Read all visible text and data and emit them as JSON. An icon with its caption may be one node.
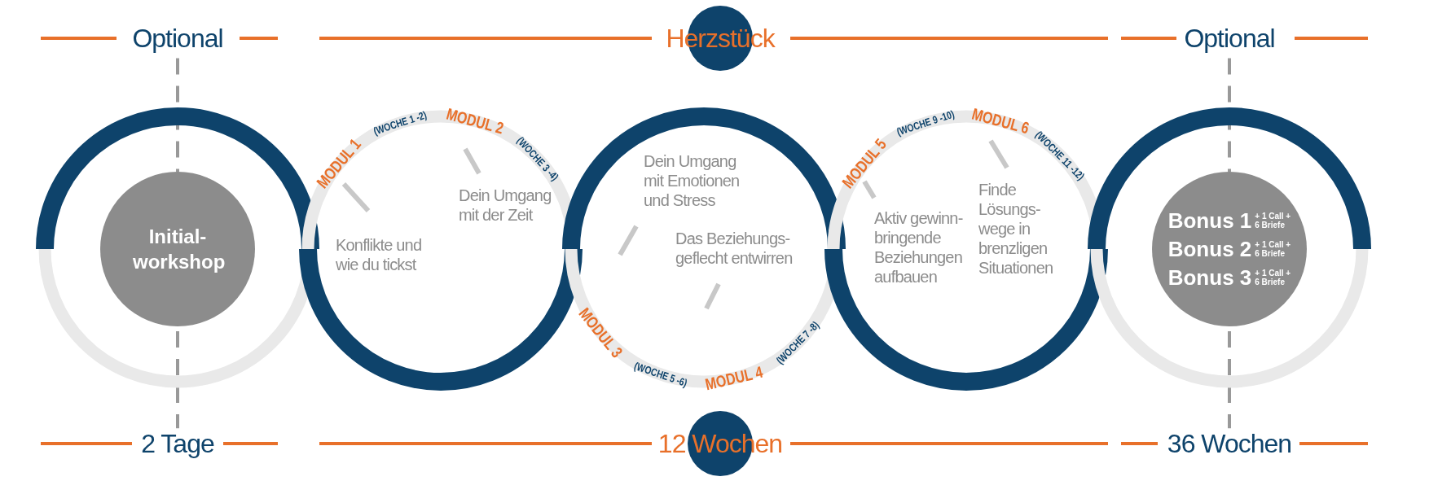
{
  "diagram": {
    "nodes": [
      {
        "text": [
          "Optional"
        ]
      },
      {
        "text": [
          "Herzstück"
        ]
      },
      {
        "text": [
          "Optional"
        ]
      },
      {
        "text": [
          "Initial- workshop"
        ]
      },
      {
        "text": [
          "MODUL 1",
          "(WOCHE 1 -2)",
          "MODUL 2",
          "(WOCHE 3 -4)",
          "Konflikte und wie du tickst",
          "Dein Umgang mit der Zeit"
        ]
      },
      {
        "text": [
          "Dein Umgang mit Emotionen und Stress",
          "Das Beziehungs- geflecht entwirren",
          "MODUL 3",
          "(WOCHE 5 -6)",
          "MODUL 4",
          "(WOCHE 7 -8)"
        ]
      },
      {
        "text": [
          "MODUL 5",
          "(WOCHE 9 -10)",
          "MODUL 6",
          "(WOCHE 11 -12)",
          "Aktiv gewinn- bringende Beziehungen aufbauen",
          "Finde Lösungs- wege in brenzligen Situationen"
        ]
      },
      {
        "text": [
          "Bonus 1",
          "+ 1 Call + 6 Briefe",
          "Bonus 2",
          "+ 1 Call + 6 Briefe",
          "Bonus 3",
          "+ 1 Call + 6 Briefe"
        ]
      },
      {
        "text": [
          "2 Tage"
        ]
      },
      {
        "text": [
          "12 Wochen"
        ]
      },
      {
        "text": [
          "36 Wochen"
        ]
      }
    ],
    "edges": [
      {
        "from": 0,
        "to": 3,
        "arrow": "none",
        "style": "dashed"
      },
      {
        "from": 3,
        "to": 8,
        "arrow": "none",
        "style": "dashed"
      },
      {
        "from": 2,
        "to": 7,
        "arrow": "none",
        "style": "dashed"
      },
      {
        "from": 7,
        "to": 10,
        "arrow": "none",
        "style": "dashed"
      }
    ]
  }
}
